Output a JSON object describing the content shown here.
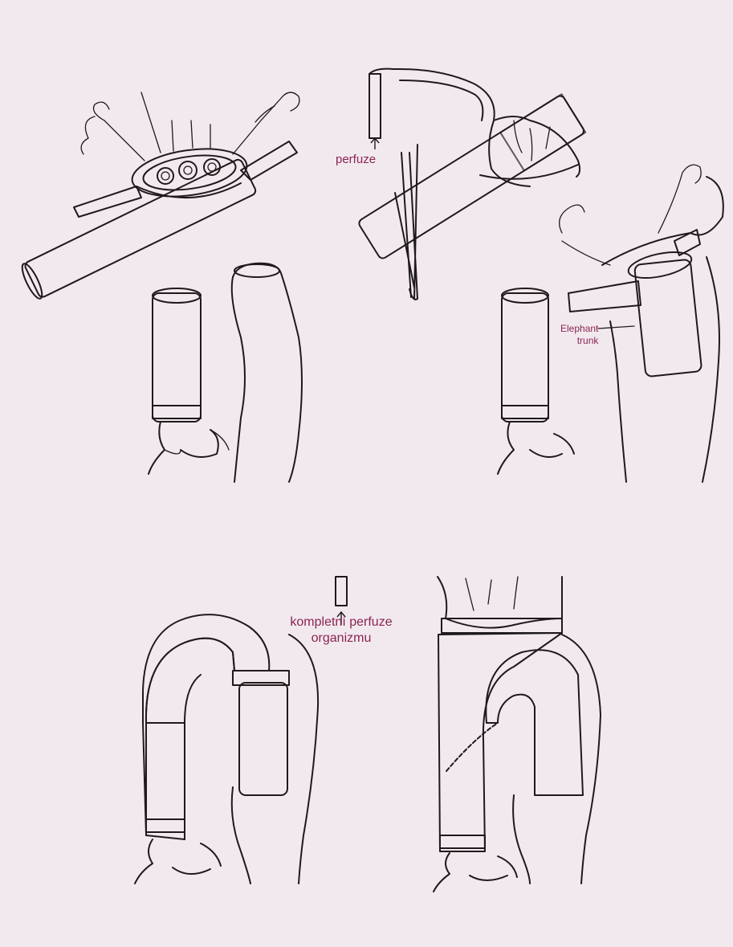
{
  "labels": {
    "perfusion": "perfuze",
    "elephant_trunk": [
      "Elephant",
      "trunk"
    ],
    "full_perfusion": [
      "kompletní perfuze",
      "organizmu"
    ]
  },
  "colors": {
    "background": "#f2e9ee",
    "label_text": "#8a2452",
    "ink": "#1e1a1c"
  },
  "panels": [
    "panel-1-arch-island",
    "panel-2-proximal-perfusion",
    "panel-3-elephant-trunk",
    "panel-4-complete-perfusion",
    "panel-5-final-repair"
  ]
}
